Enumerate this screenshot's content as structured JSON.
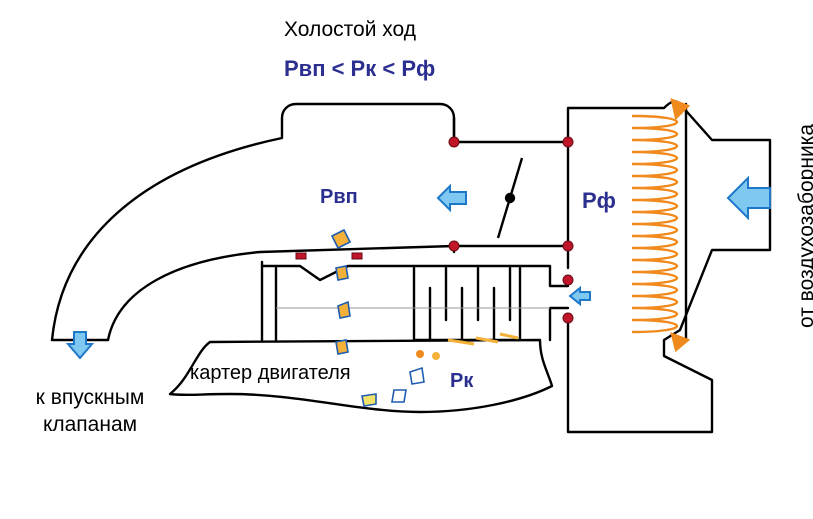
{
  "title": "Холостой ход",
  "formula": "Pвп < Pк < Pф",
  "labels": {
    "p_vp": "Pвп",
    "p_f": "Pф",
    "p_k": "Pк",
    "crankcase": "картер двигателя",
    "to_valves": "к впускным клапанам",
    "from_intake": "от воздухозаборника"
  },
  "colors": {
    "outline": "#000000",
    "label_blue": "#2b2f8f",
    "arrow_fill": "#7fc8f2",
    "arrow_stroke": "#1e78c8",
    "seal_red": "#c0162a",
    "filter_orange": "#f08a1c",
    "particle_orange": "#f3b13a",
    "particle_blue": "#2a6fd0",
    "particle_yellow": "#f4e36a"
  },
  "icons": [
    "flow-arrow-icon",
    "throttle-valve-icon",
    "air-filter-icon",
    "oil-droplet-icon",
    "seal-icon"
  ]
}
